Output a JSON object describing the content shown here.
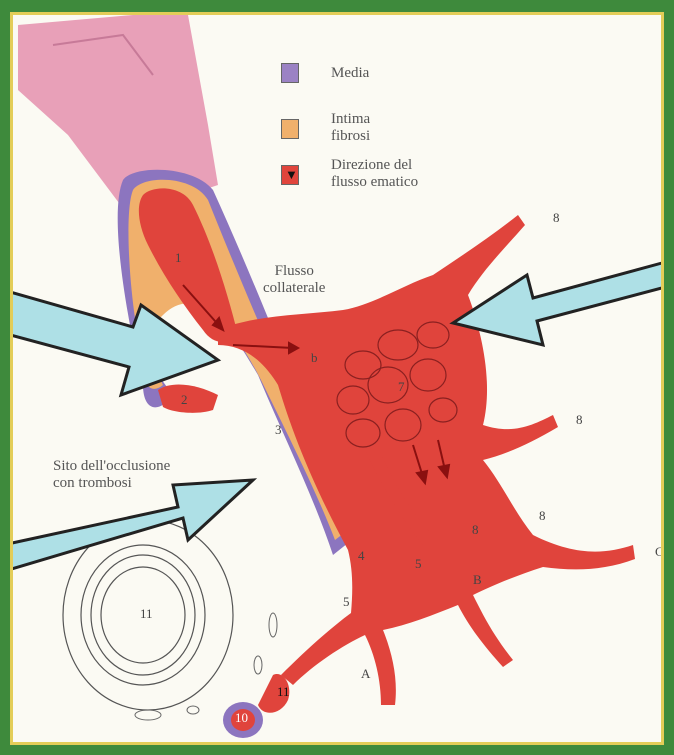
{
  "legend": [
    {
      "label": "Media",
      "color": "#9b82c4"
    },
    {
      "label": "Intima\nfibrosi",
      "color": "#f0b06c"
    },
    {
      "label": "Direzione del\nflusso ematico",
      "color": "#e0443c"
    }
  ],
  "labels": {
    "collateral_flow": "Flusso\ncollaterale",
    "occlusion_site": "Sito dell'occlusione\ncon trombosi"
  },
  "numbers": [
    "1",
    "2",
    "3",
    "b",
    "7",
    "8",
    "8",
    "8",
    "8",
    "4",
    "5",
    "5",
    "B",
    "A",
    "C",
    "11",
    "11",
    "10"
  ]
}
